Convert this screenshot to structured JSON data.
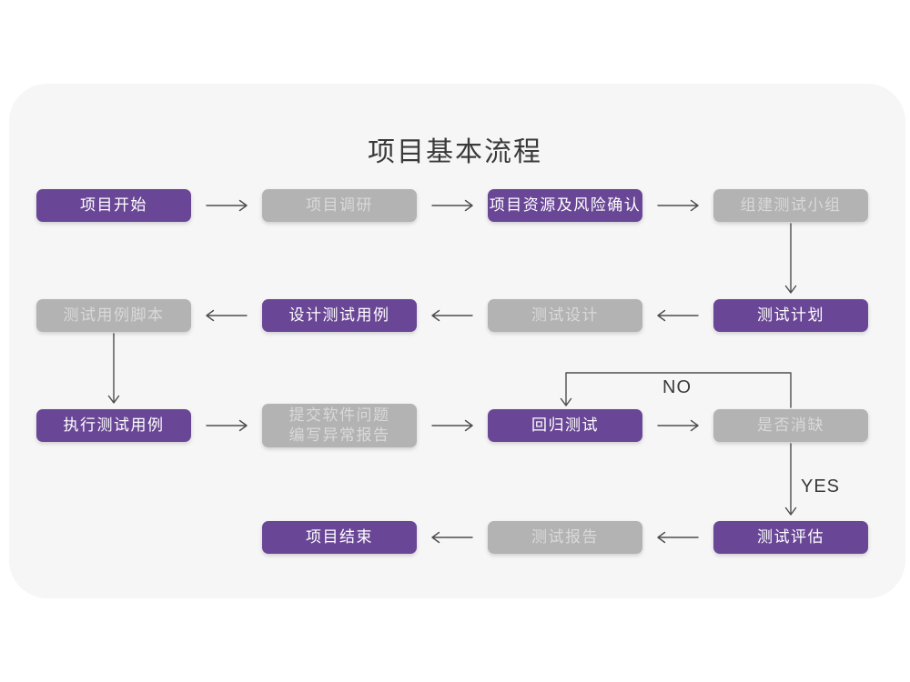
{
  "colors": {
    "card": "#f6f6f7",
    "primary": "#6a4796",
    "primary-text": "#ffffff",
    "secondary": "#b3b3b3",
    "secondary-text": "#d9d9d9",
    "line": "#4d4d4d",
    "title": "#3a3a3a"
  },
  "page": {
    "title": "项目基本流程"
  },
  "diagram": {
    "nodes": [
      {
        "id": "project-start",
        "label": "项目开始",
        "style": "primary"
      },
      {
        "id": "project-research",
        "label": "项目调研",
        "style": "secondary"
      },
      {
        "id": "risk-confirm",
        "label": "项目资源及风险确认",
        "style": "primary"
      },
      {
        "id": "build-test-team",
        "label": "组建测试小组",
        "style": "secondary"
      },
      {
        "id": "test-plan",
        "label": "测试计划",
        "style": "primary"
      },
      {
        "id": "test-design",
        "label": "测试设计",
        "style": "secondary"
      },
      {
        "id": "design-test-cases",
        "label": "设计测试用例",
        "style": "primary"
      },
      {
        "id": "test-case-script",
        "label": "测试用例脚本",
        "style": "secondary"
      },
      {
        "id": "execute-test-cases",
        "label": "执行测试用例",
        "style": "primary"
      },
      {
        "id": "submit-issues",
        "label": "提交软件问题\n编写异常报告",
        "style": "secondary"
      },
      {
        "id": "regression-test",
        "label": "回归测试",
        "style": "primary"
      },
      {
        "id": "defect-resolved",
        "label": "是否消缺",
        "style": "secondary"
      },
      {
        "id": "test-evaluation",
        "label": "测试评估",
        "style": "primary"
      },
      {
        "id": "test-report",
        "label": "测试报告",
        "style": "secondary"
      },
      {
        "id": "project-end",
        "label": "项目结束",
        "style": "primary"
      }
    ],
    "edge_labels": {
      "no": "NO",
      "yes": "YES"
    },
    "edges": [
      {
        "from": "project-start",
        "to": "project-research"
      },
      {
        "from": "project-research",
        "to": "risk-confirm"
      },
      {
        "from": "risk-confirm",
        "to": "build-test-team"
      },
      {
        "from": "build-test-team",
        "to": "test-plan"
      },
      {
        "from": "test-plan",
        "to": "test-design"
      },
      {
        "from": "test-design",
        "to": "design-test-cases"
      },
      {
        "from": "design-test-cases",
        "to": "test-case-script"
      },
      {
        "from": "test-case-script",
        "to": "execute-test-cases"
      },
      {
        "from": "execute-test-cases",
        "to": "submit-issues"
      },
      {
        "from": "submit-issues",
        "to": "regression-test"
      },
      {
        "from": "regression-test",
        "to": "defect-resolved"
      },
      {
        "from": "defect-resolved",
        "to": "regression-test",
        "label": "NO"
      },
      {
        "from": "defect-resolved",
        "to": "test-evaluation",
        "label": "YES"
      },
      {
        "from": "test-evaluation",
        "to": "test-report"
      },
      {
        "from": "test-report",
        "to": "project-end"
      }
    ]
  }
}
